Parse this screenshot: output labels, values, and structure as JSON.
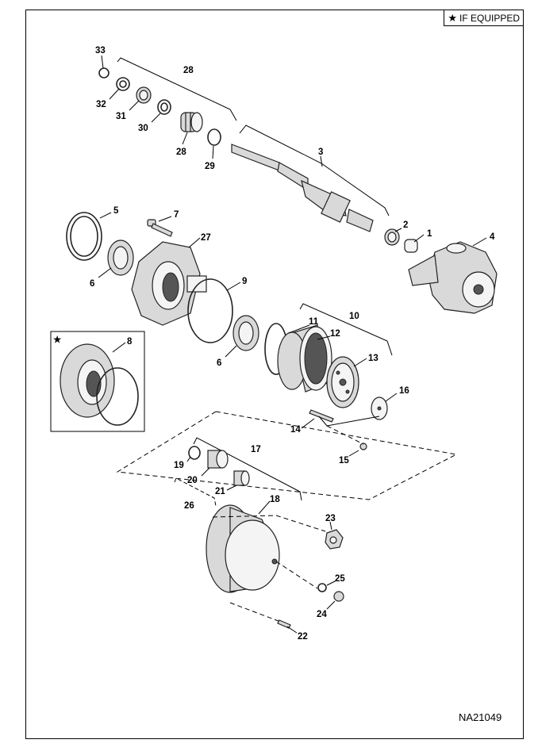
{
  "equipped_note": {
    "symbol": "★",
    "text": "IF EQUIPPED"
  },
  "figure_id": "NA21049",
  "inset_marker": "★",
  "callouts": [
    "1",
    "2",
    "3",
    "4",
    "5",
    "6",
    "6",
    "7",
    "8",
    "9",
    "10",
    "11",
    "12",
    "13",
    "14",
    "15",
    "16",
    "17",
    "18",
    "19",
    "20",
    "21",
    "22",
    "23",
    "24",
    "25",
    "26",
    "27",
    "28",
    "28",
    "29",
    "30",
    "31",
    "32",
    "33"
  ]
}
